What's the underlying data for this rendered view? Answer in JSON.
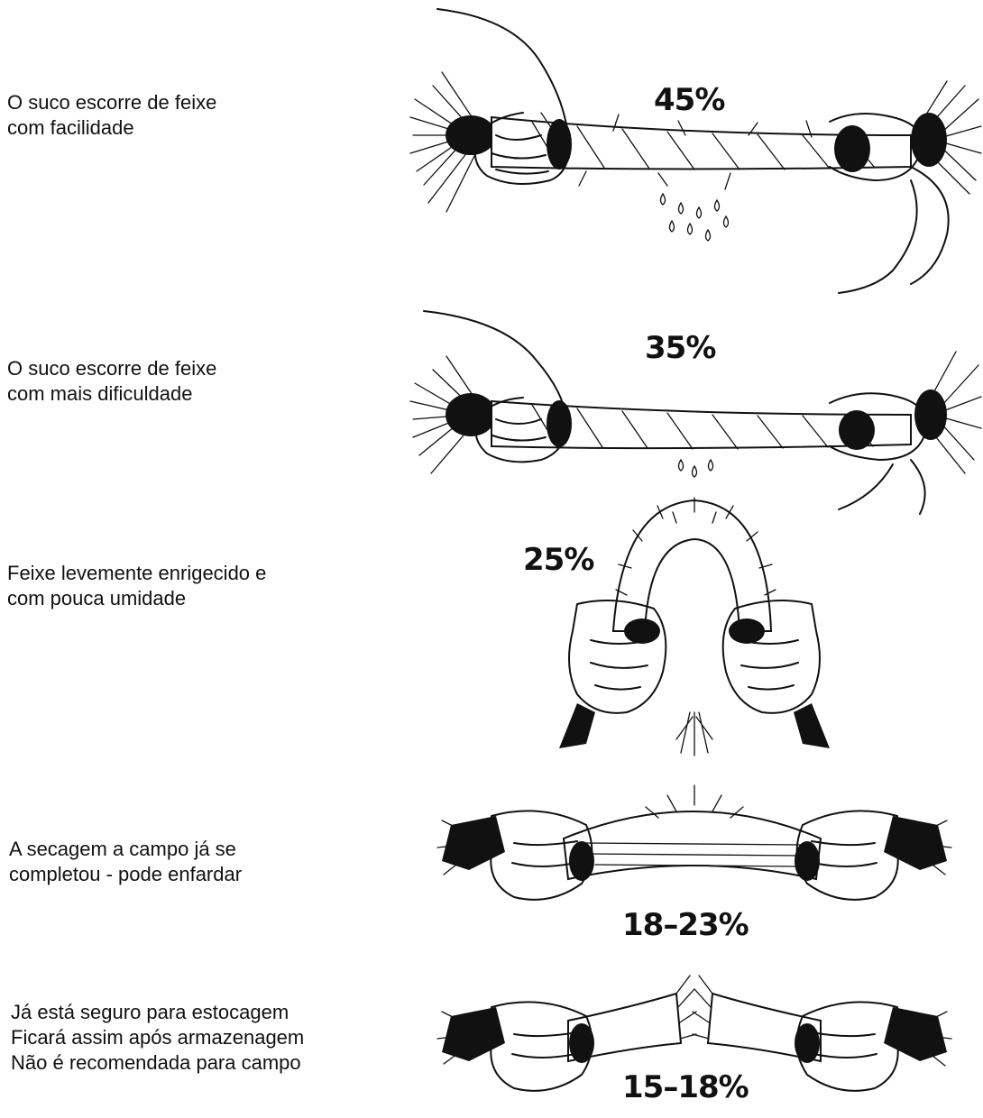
{
  "stages": [
    {
      "percent": "45%",
      "lines": [
        "O suco escorre de feixe",
        "com facilidade"
      ]
    },
    {
      "percent": "35%",
      "lines": [
        "O suco escorre de feixe",
        "com mais dificuldade"
      ]
    },
    {
      "percent": "25%",
      "lines": [
        "Feixe levemente enrigecido e",
        "com pouca umidade"
      ]
    },
    {
      "percent": "18–23%",
      "lines": [
        "A secagem a campo já se",
        "completou - pode enfardar"
      ]
    },
    {
      "percent": "15–18%",
      "lines": [
        "Já está seguro para estocagem",
        "Ficará assim após armazenagem",
        "Não é recomendada para campo"
      ]
    }
  ]
}
